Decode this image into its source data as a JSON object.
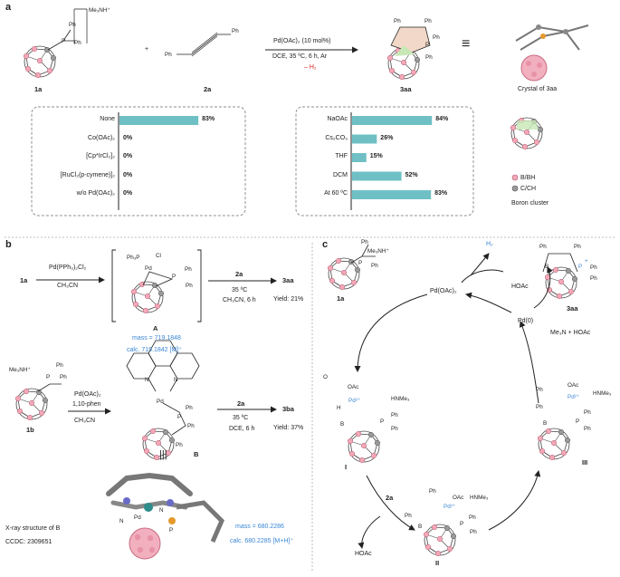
{
  "colors": {
    "bar": "#6fc0c4",
    "accent_blue": "#3a86d4",
    "accent_red": "#e02020",
    "cage": "#f3a8b8"
  },
  "panel_a": {
    "letter": "a",
    "reactant1_label": "1a",
    "reactant1_counterion": "Me₃NH⁺",
    "reactant2_label": "2a",
    "plus": "+",
    "product_label": "3aa",
    "conditions_line1": "Pd(OAc)₂ (10 mol%)",
    "conditions_line2": "DCE, 35 ºC, 6 h, Ar",
    "conditions_line3": "– H₂",
    "crystal_caption": "Crystal of 3aa",
    "boron_cluster_title": "Boron cluster",
    "legend_bbh": "B/BH",
    "legend_cch": "C/CH",
    "ph": "Ph",
    "p": "P"
  },
  "chart_data": [
    {
      "type": "bar",
      "title": "",
      "categories": [
        "None",
        "Co(OAc)₂",
        "[Cp*IrCl₂]₂",
        "[RuCl₂(p-cymene)]₂",
        "w/o Pd(OAc)₂"
      ],
      "values": [
        83,
        0,
        0,
        0,
        0
      ],
      "value_labels": [
        "83%",
        "0%",
        "0%",
        "0%",
        "0%"
      ],
      "xlim": [
        0,
        100
      ]
    },
    {
      "type": "bar",
      "title": "",
      "categories": [
        "NaOAc",
        "Cs₂CO₃",
        "THF",
        "DCM",
        "At 60 ºC"
      ],
      "values": [
        84,
        26,
        15,
        52,
        83
      ],
      "value_labels": [
        "84%",
        "26%",
        "15%",
        "52%",
        "83%"
      ],
      "xlim": [
        0,
        100
      ]
    }
  ],
  "panel_b": {
    "letter": "b",
    "row1": {
      "start": "1a",
      "reagent1": "Pd(PPh₃)₂Cl₂",
      "reagent2": "CH₃CN",
      "complex_pph3": "Ph₃P",
      "complex_cl": "Cl",
      "complex_pd": "Pd",
      "complex_label": "A",
      "mass": "mass = 719.1848",
      "calc": "calc. 719.1842 [M]⁺",
      "step2_reagent": "2a",
      "step2_cond1": "35 ºC",
      "step2_cond2": "CH₃CN, 6 h",
      "product": "3aa",
      "yield": "Yield: 21%"
    },
    "row2": {
      "start": "1b",
      "start_counterion": "Me₃NH⁺",
      "reagent1": "Pd(OAc)₂",
      "reagent2": "1,10-phen",
      "reagent3": "CH₃CN",
      "complex_pd": "Pd",
      "complex_label": "B",
      "complex_n": "N",
      "step2_reagent": "2a",
      "step2_cond1": "35 ºC",
      "step2_cond2": "DCE, 6 h",
      "product": "3ba",
      "yield": "Yield: 37%"
    },
    "xray_caption": "X-ray structure of B",
    "ccdc": "CCDC: 2309651",
    "mass": "mass = 680.2286",
    "calc": "calc. 680.2285 [M+H]⁺",
    "xray_n1": "N",
    "xray_n2": "N",
    "xray_pd": "Pd",
    "xray_p": "P"
  },
  "panel_c": {
    "letter": "c",
    "start_label": "1a",
    "start_counterion": "Me₃NH⁺",
    "catalyst": "Pd(OAc)₂",
    "h2": "H₂",
    "hoac_top": "HOAc",
    "pd0": "Pd(0)",
    "product_label": "3aa",
    "me3n_hoac": "Me₃N + HOAc",
    "int1_label": "I",
    "int1_oac": "OAc",
    "int1_pd": "Pd²⁺",
    "int1_cation": "HNMe₃",
    "int1_h": "H",
    "int1_b": "B",
    "int1_o": "O",
    "int2_label": "II",
    "int2_oac": "OAc",
    "int2_pd": "Pd²⁺",
    "int2_cation": "HNMe₃",
    "int3_label": "III",
    "int3_oac": "OAc",
    "int3_pd": "Pd²⁺",
    "int3_cation": "HNMe₃",
    "reagent_2a": "2a",
    "hoac_bottom": "HOAc",
    "ph": "Ph",
    "p": "P",
    "b": "B",
    "plus": "+"
  }
}
